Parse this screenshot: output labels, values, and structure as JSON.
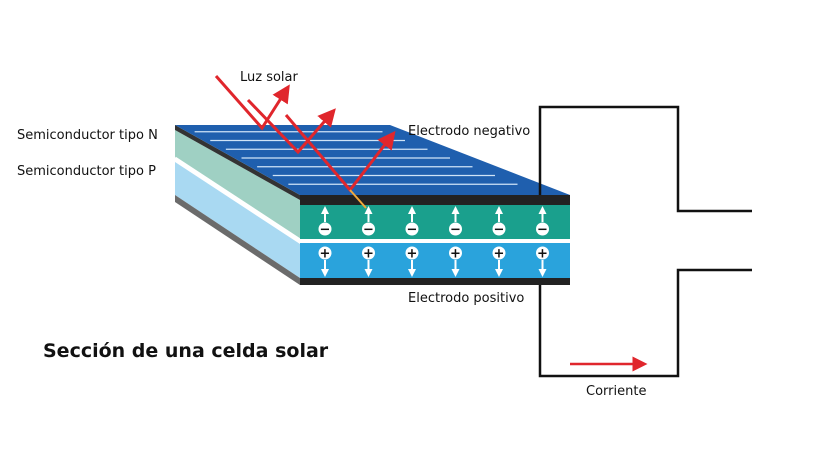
{
  "title": "Sección de una celda solar",
  "labels": {
    "sunlight": "Luz solar",
    "n_semiconductor": "Semiconductor tipo N",
    "p_semiconductor": "Semiconductor tipo P",
    "negative_electrode": "Electrodo negativo",
    "positive_electrode": "Electrodo positivo",
    "current": "Corriente"
  },
  "charges": {
    "n_layer_sign": "−",
    "p_layer_sign": "+",
    "columns": 6
  },
  "colors": {
    "panel_blue": "#1f5fae",
    "panel_highlight": "#3a8ad6",
    "n_layer": "#1aa08d",
    "n_layer_side": "#9fd0c3",
    "p_layer": "#2aa3dc",
    "p_layer_side": "#a9d9f2",
    "electrode": "#222222",
    "sunlight_arrow": "#e0262c",
    "circuit": "#111111"
  }
}
